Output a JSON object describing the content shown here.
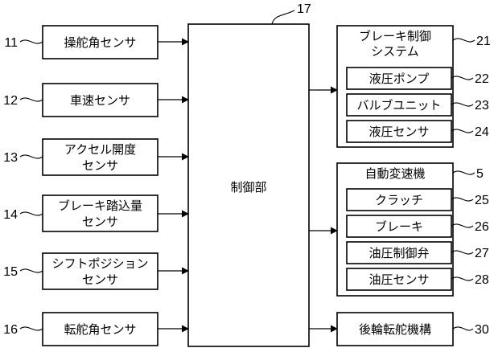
{
  "diagram": {
    "control_unit": {
      "label": "制御部",
      "ref": "17"
    },
    "sensors": [
      {
        "ref": "11",
        "lines": [
          "操舵角センサ"
        ]
      },
      {
        "ref": "12",
        "lines": [
          "車速センサ"
        ]
      },
      {
        "ref": "13",
        "lines": [
          "アクセル開度",
          "センサ"
        ]
      },
      {
        "ref": "14",
        "lines": [
          "ブレーキ踏込量",
          "センサ"
        ]
      },
      {
        "ref": "15",
        "lines": [
          "シフトポジション",
          "センサ"
        ]
      },
      {
        "ref": "16",
        "lines": [
          "転舵角センサ"
        ]
      }
    ],
    "brake_system": {
      "lines": [
        "ブレーキ制御",
        "システム"
      ],
      "ref": "21",
      "components": [
        {
          "label": "液圧ポンプ",
          "ref": "22"
        },
        {
          "label": "バルブユニット",
          "ref": "23"
        },
        {
          "label": "液圧センサ",
          "ref": "24"
        }
      ]
    },
    "transmission": {
      "label": "自動変速機",
      "ref": "5",
      "components": [
        {
          "label": "クラッチ",
          "ref": "25"
        },
        {
          "label": "ブレーキ",
          "ref": "26"
        },
        {
          "label": "油圧制御弁",
          "ref": "27"
        },
        {
          "label": "油圧センサ",
          "ref": "28"
        }
      ]
    },
    "rear_steering": {
      "label": "後輪転舵機構",
      "ref": "30"
    }
  }
}
